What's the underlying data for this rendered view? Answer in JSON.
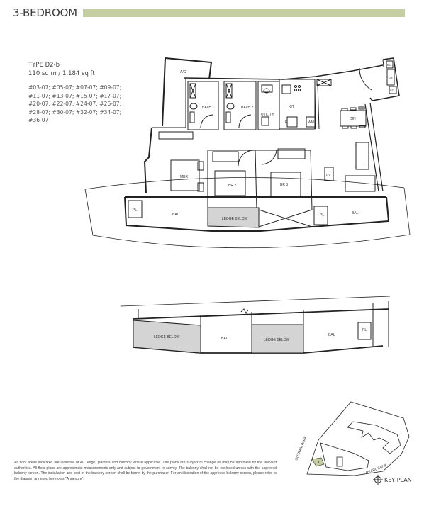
{
  "header": {
    "title": "3-BEDROOM",
    "accent_color": "#c5cda2"
  },
  "unit_info": {
    "type": "TYPE D2-b",
    "area": "110 sq m / 1,184 sq ft",
    "unit_lines": [
      "#03-07; #05-07; #07-07; #09-07;",
      "#11-07;  #13-07;  #15-07;  #17-07;",
      "#20-07; #22-07; #24-07; #26-07;",
      "#28-07; #30-07; #32-07; #34-07;",
      "#36-07"
    ]
  },
  "floor_plan": {
    "main_labels": {
      "ac": "A/C",
      "bath1": "BATH 1",
      "bath2": "BATH 2",
      "utility": "UTILITY",
      "kit": "KIT",
      "f": "F",
      "wm": "WM",
      "din": "DIN",
      "bc": "BC",
      "db": "DB",
      "bt": "BT",
      "mbr": "MBR",
      "br2": "BR 2",
      "br3": "BR 3",
      "liv": "LIV",
      "pl_left": "PL",
      "bal_left": "BAL",
      "ledge_below": "LEDGE BELOW",
      "pl_right": "PL",
      "bal_right": "BAL"
    },
    "alt_labels": {
      "ledge_below_1": "LEDGE BELOW",
      "bal_1": "BAL",
      "ledge_below_2": "LEDGE BELOW",
      "bal_2": "BAL",
      "pl": "PL"
    },
    "ledge_fill_color": "#d4d4d4"
  },
  "key_plan": {
    "label": "KEY PLAN",
    "road_1": "OUTRAM PARK",
    "road_2": "PEARL BANK",
    "highlight_color": "#c5cda2"
  },
  "disclaimer": "All floor areas indicated are inclusive of AC ledge, planters and balcony where applicable. The plans are subject to change as may be approved by the relevant authorities. All floor plans are approximate measurements only and subject to government re-survey. The balcony shall not be enclosed unless with the approved balcony screen. The installation and cost of the balcony screen shall be borne by the purchaser. For an illustration of the approved balcony screen, please refer to the diagram annexed hereto as \"Annexure\"."
}
